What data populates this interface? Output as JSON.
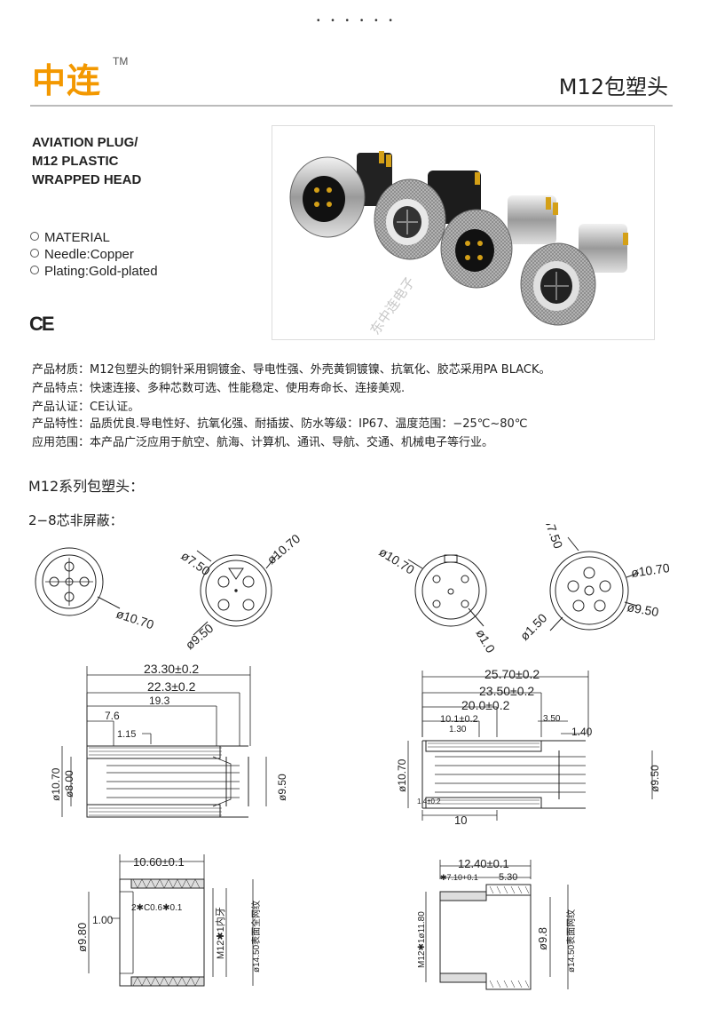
{
  "header": {
    "dots": "• • • • • •",
    "logo": "中连",
    "tm": "TM",
    "title": "M12包塑头"
  },
  "intro": {
    "name_lines": [
      "AVIATION PLUG/",
      "M12 PLASTIC",
      "WRAPPED HEAD"
    ],
    "specs": [
      "MATERIAL",
      "Needle:Copper",
      "Plating:Gold-plated"
    ],
    "ce": "CE",
    "watermark": "东中连电子"
  },
  "description": [
    "产品材质：M12包塑头的铜针采用铜镀金、导电性强、外壳黄铜镀镍、抗氧化、胶芯采用PA BLACK。",
    "产品特点：快速连接、多种芯数可选、性能稳定、使用寿命长、连接美观.",
    "产品认证：CE认证。",
    "产品特性：品质优良.导电性好、抗氧化强、耐插拔、防水等级：IP67、温度范围：−25℃~80℃",
    "应用范围：本产品广泛应用于航空、航海、计算机、通讯、导航、交通、机械电子等行业。"
  ],
  "series_title": "M12系列包塑头：",
  "core_title": "2−8芯非屏蔽：",
  "drawings": {
    "a_face_dia": "ø10.70",
    "b_d1": "ø7.50",
    "b_d2": "ø10.70",
    "b_d3": "ø9.50",
    "c_d1": "ø10.70",
    "c_d2": "ø1.0",
    "d_d1": "ø7.50",
    "d_d2": "ø10.70",
    "d_d3": "ø9.50",
    "d_d4": "ø1.50",
    "e_len1": "23.30±0.2",
    "e_len2": "22.3±0.2",
    "e_len3": "19.3",
    "e_len4": "7.6",
    "e_len5": "1.15",
    "e_h1": "ø10.70",
    "e_h2": "ø8.00",
    "e_h3": "ø9.50",
    "f_len1": "25.70±0.2",
    "f_len2": "23.50±0.2",
    "f_len3": "20.0±0.2",
    "f_len4": "10.1±0.2",
    "f_len5": "1.30",
    "f_len6": "3.50",
    "f_len7": "1.40",
    "f_len8": "10",
    "f_h1": "ø10.70",
    "f_h2": "1.4±0.2",
    "f_h3": "ø9.50",
    "g_w": "10.60±0.1",
    "g_h1": "ø9.80",
    "g_h2": "1.00",
    "g_ch": "2✱C0.6✱0.1",
    "g_thread": "M12✱1内牙",
    "g_knurl": "ø14.50表面全网纹",
    "h_w": "12.40±0.1",
    "h_w1": "✱7.10+0.1",
    "h_w2": "5.30",
    "h_thread": "M12✱1ø11.80",
    "h_h1": "ø9.8",
    "h_knurl": "ø14.50表面网纹"
  }
}
